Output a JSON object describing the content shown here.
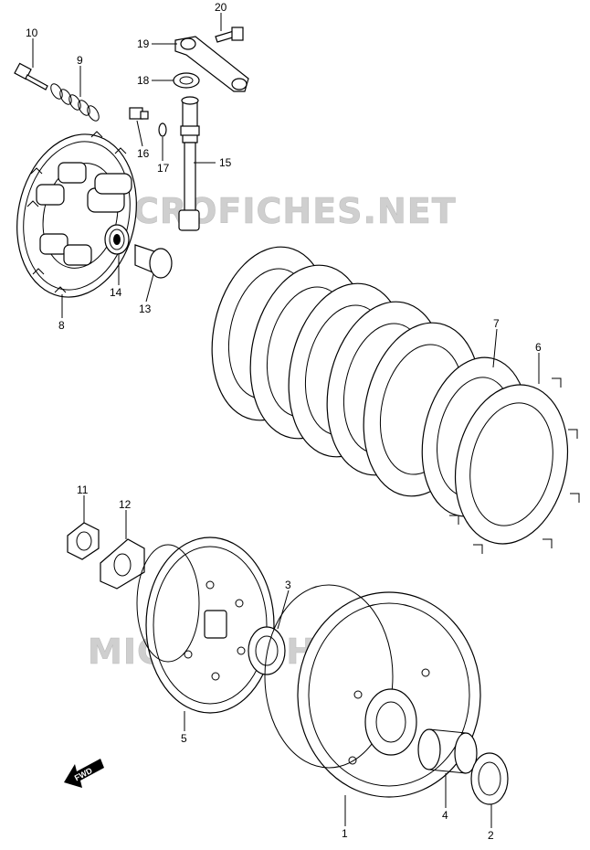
{
  "watermark": "MICROFICHES.NET",
  "direction_arrow": "FWD",
  "parts": [
    {
      "number": "1"
    },
    {
      "number": "2"
    },
    {
      "number": "3"
    },
    {
      "number": "4"
    },
    {
      "number": "5"
    },
    {
      "number": "6"
    },
    {
      "number": "7"
    },
    {
      "number": "8"
    },
    {
      "number": "9"
    },
    {
      "number": "10"
    },
    {
      "number": "11"
    },
    {
      "number": "12"
    },
    {
      "number": "13"
    },
    {
      "number": "14"
    },
    {
      "number": "15"
    },
    {
      "number": "16"
    },
    {
      "number": "17"
    },
    {
      "number": "18"
    },
    {
      "number": "19"
    },
    {
      "number": "20"
    }
  ]
}
